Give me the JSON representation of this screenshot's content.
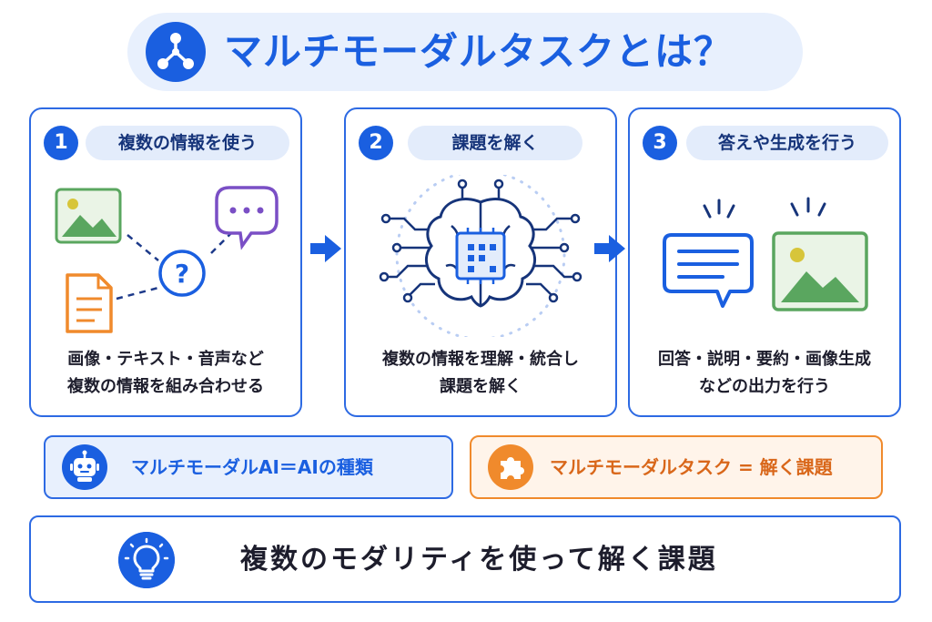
{
  "title": "マルチモーダルタスクとは？",
  "steps": [
    {
      "number": "1",
      "label": "複数の情報を使う",
      "desc_line1": "画像・テキスト・音声など",
      "desc_line2": "複数の情報を組み合わせる"
    },
    {
      "number": "2",
      "label": "課題を解く",
      "desc_line1": "複数の情報を理解・統合し",
      "desc_line2": "課題を解く"
    },
    {
      "number": "3",
      "label": "答えや生成を行う",
      "desc_line1": "回答・説明・要約・画像生成",
      "desc_line2": "などの出力を行う"
    }
  ],
  "bottom": {
    "ai_type": "マルチモーダルAI＝AIの種類",
    "task_type": "マルチモーダルタスク = 解く課題"
  },
  "summary": "複数のモダリティを使って解く課題",
  "icons": {
    "title": "share-nodes-icon",
    "step1_image": "image-icon",
    "step1_chat": "chat-bubble-icon",
    "step1_doc": "document-icon",
    "step1_question": "question-icon",
    "step2": "ai-brain-chip-icon",
    "step3_message": "message-icon",
    "step3_image": "image-icon",
    "robot": "robot-icon",
    "puzzle": "puzzle-icon",
    "bulb": "lightbulb-icon"
  },
  "colors": {
    "primary": "#1a5fe0",
    "orange": "#f08a2c",
    "green": "#5aa65f",
    "purple": "#7a4fc5"
  }
}
